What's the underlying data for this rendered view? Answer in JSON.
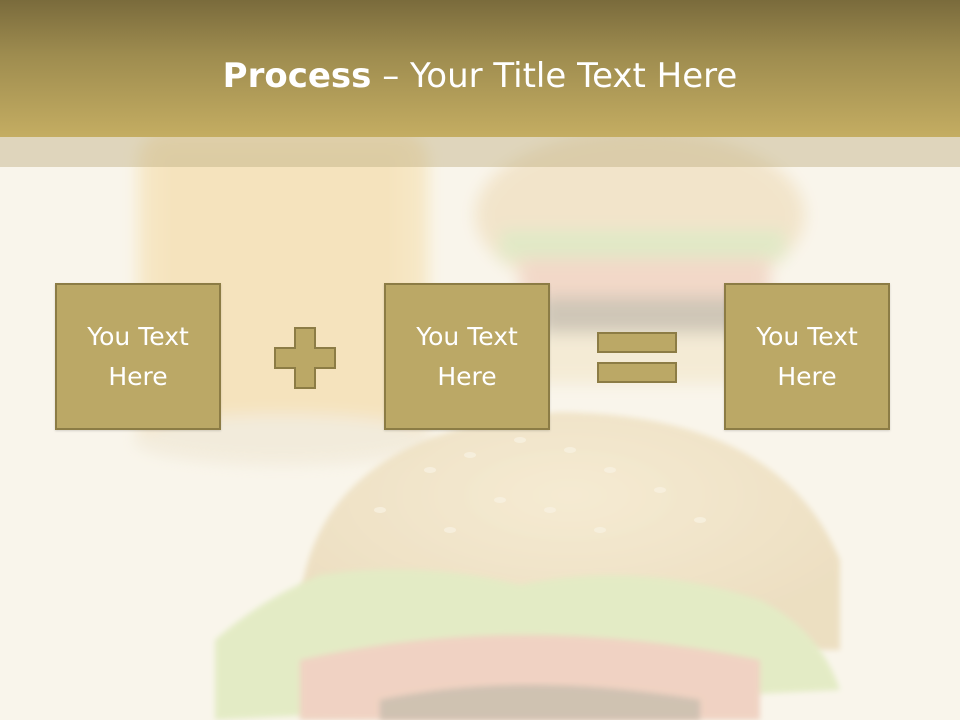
{
  "slide": {
    "title_bold": "Process",
    "title_dash": " – ",
    "title_rest": "Your Title Text Here",
    "boxes": [
      {
        "text": "You Text Here"
      },
      {
        "text": "You Text Here"
      },
      {
        "text": "You Text Here"
      }
    ],
    "operators": [
      "plus-icon",
      "equals-icon"
    ],
    "colors": {
      "header": "#a89552",
      "box_fill": "#bba866",
      "box_border": "#8c7c45",
      "text": "#ffffff"
    },
    "background_image": "burger-and-drink-photo"
  }
}
